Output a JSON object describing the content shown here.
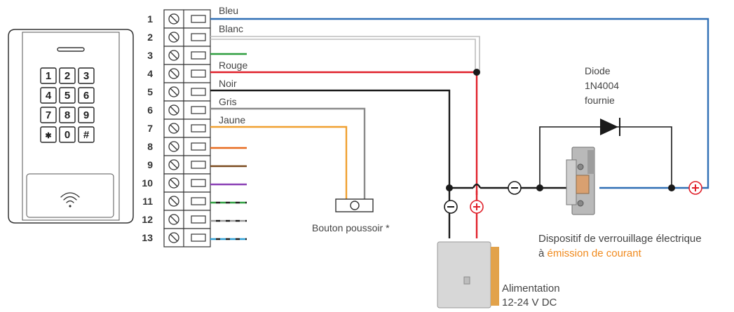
{
  "terminals": {
    "numbers": [
      "1",
      "2",
      "3",
      "4",
      "5",
      "6",
      "7",
      "8",
      "9",
      "10",
      "11",
      "12",
      "13"
    ]
  },
  "wires": {
    "bleu": "Bleu",
    "blanc": "Blanc",
    "rouge": "Rouge",
    "noir": "Noir",
    "gris": "Gris",
    "jaune": "Jaune"
  },
  "colors": {
    "bleu": "#2f6fb5",
    "blanc": "#bdbdbd",
    "vert": "#2e9e3e",
    "rouge": "#e0202a",
    "noir": "#1a1a1a",
    "gris": "#8a8a8a",
    "jaune": "#f0a030",
    "orange": "#e86a1e",
    "marron": "#7a4a1e",
    "violet": "#8a3fb5",
    "accent": "#f08a1e"
  },
  "keypad": {
    "keys": [
      "1",
      "2",
      "3",
      "4",
      "5",
      "6",
      "7",
      "8",
      "9",
      "✱",
      "0",
      "#"
    ],
    "icon": "rfid-wireless-icon"
  },
  "diode": {
    "line1": "Diode",
    "line2": "1N4004",
    "line3": "fournie"
  },
  "button": {
    "label": "Bouton poussoir *"
  },
  "lock": {
    "line1": "Dispositif de verrouillage électrique",
    "line2_prefix": "à ",
    "line2_highlight": "émission de courant"
  },
  "power": {
    "line1": "Alimentation",
    "line2": "12-24 V DC"
  },
  "polarity": {
    "minus": "−",
    "plus": "+"
  }
}
